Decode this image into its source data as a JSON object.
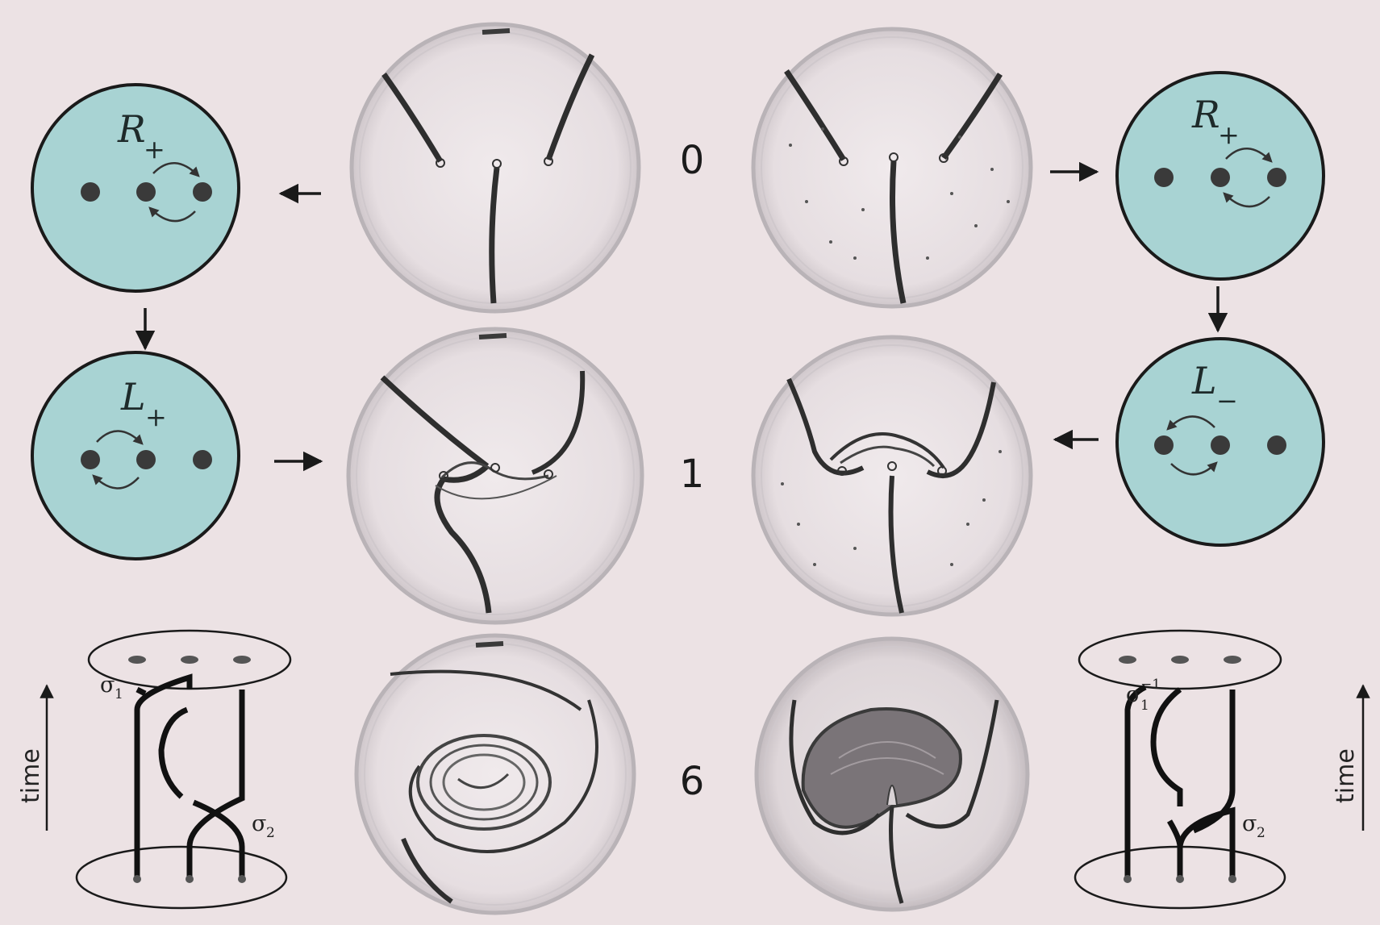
{
  "colors": {
    "background": "#ece2e4",
    "disk_fill": "#a8d3d3",
    "ink": "#222222",
    "dish_rim": "#b9b3b7",
    "dye": "#2e2e2e"
  },
  "steps": [
    {
      "label": "0"
    },
    {
      "label": "1"
    },
    {
      "label": "6"
    }
  ],
  "protocols": {
    "left": {
      "ops": [
        {
          "symbol": "L",
          "sub": "+"
        },
        {
          "symbol": "R",
          "sub": "+"
        }
      ],
      "braid_labels": {
        "first": "σ",
        "first_sub": "1",
        "first_sup": "",
        "second": "σ",
        "second_sub": "2"
      }
    },
    "right": {
      "ops": [
        {
          "symbol": "R",
          "sub": "+"
        },
        {
          "symbol": "L",
          "sub": "−"
        }
      ],
      "braid_labels": {
        "first": "σ",
        "first_sub": "1",
        "first_sup": "−1",
        "second": "σ",
        "second_sub": "2"
      }
    }
  },
  "axis": {
    "time": "time"
  }
}
